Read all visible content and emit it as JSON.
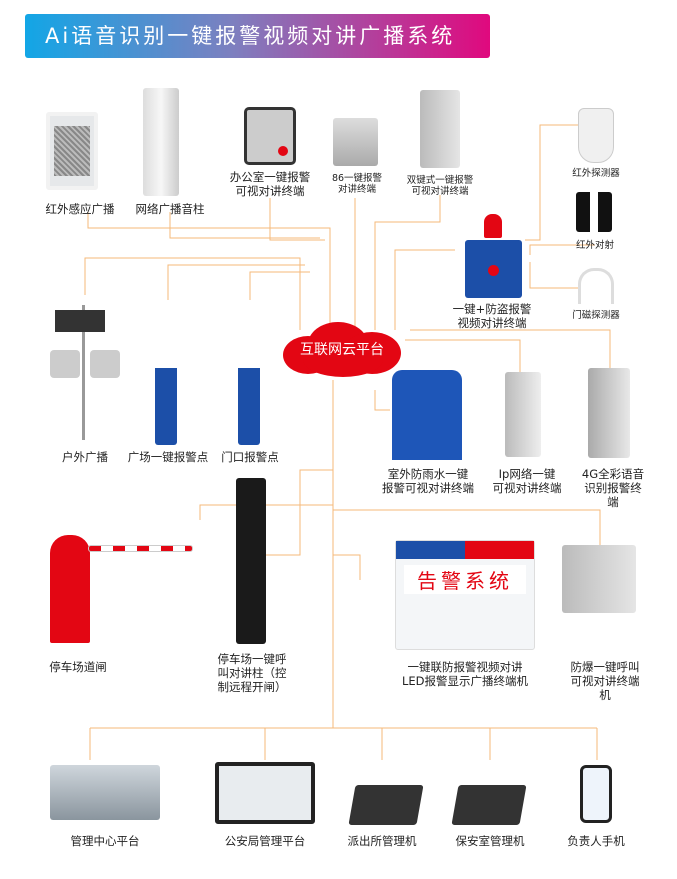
{
  "title": "Ai语音识别一键报警视频对讲广播系统",
  "platform": "互联网云平台",
  "devices": {
    "ir_broadcast": "红外感应广播",
    "column_speaker": "网络广播音柱",
    "office_terminal": "办公室一键报警\n可视对讲终端",
    "box86": "86一键报警\n对讲终端",
    "dual_key": "双键式一键报警\n可视对讲终端",
    "ir_detector": "红外探测器",
    "ir_beam": "红外对射",
    "antitheft": "一键+防盗报警\n视频对讲终端",
    "door_sensor": "门磁探测器",
    "outdoor_broadcast": "户外广播",
    "square_alarm": "广场一键报警点",
    "gate_alarm": "门口报警点",
    "rainproof": "室外防雨水一键\n报警可视对讲终端",
    "ip_terminal": "Ip网络一键\n可视对讲终端",
    "g4_terminal": "4G全彩语音\n识别报警终端",
    "barrier": "停车场道闸",
    "parking_pillar": "停车场一键呼\n叫对讲柱（控\n制远程开闸）",
    "led_terminal": "一键联防报警视频对讲\nLED报警显示广播终端机",
    "explosion_proof": "防爆一键呼叫\n可视对讲终端机",
    "led_text": "告警系统"
  },
  "bottom": [
    "管理中心平台",
    "公安局管理平台",
    "派出所管理机",
    "保安室管理机",
    "负责人手机"
  ],
  "colors": {
    "line": "#f5b97a",
    "cloud": "#e30613",
    "blue": "#1c4fa8"
  }
}
